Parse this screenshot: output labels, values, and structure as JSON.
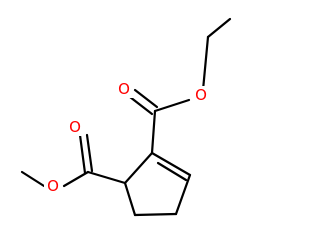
{
  "molecule": {
    "atoms": [
      {
        "id": "O1",
        "symbol": "O",
        "color": "#ff0000"
      },
      {
        "id": "O2",
        "symbol": "O",
        "color": "#ff0000"
      },
      {
        "id": "O3",
        "symbol": "O",
        "color": "#ff0000"
      },
      {
        "id": "O4",
        "symbol": "O",
        "color": "#ff0000"
      }
    ],
    "bond_color": "#000000",
    "heteroatom_color": "#ff0000"
  }
}
